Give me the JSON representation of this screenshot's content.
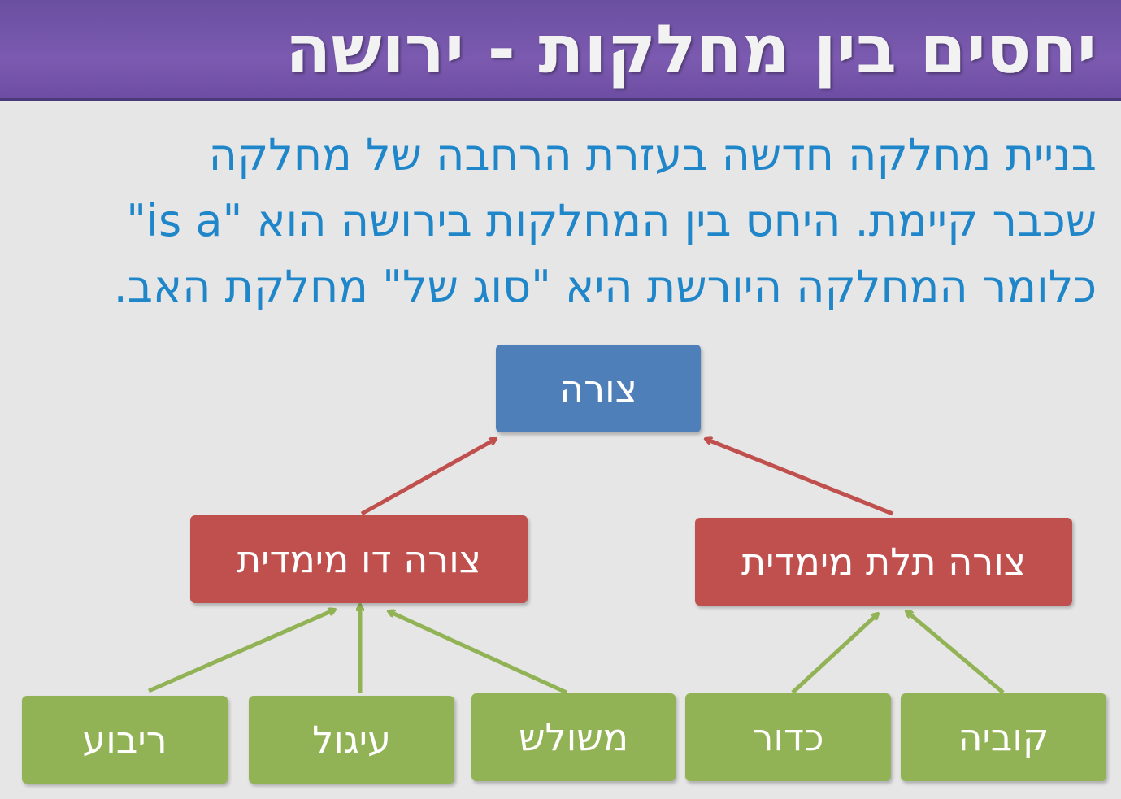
{
  "title": "יחסים בין מחלקות - ירושה",
  "body_lines": [
    "בניית מחלקה חדשה בעזרת הרחבה של מחלקה",
    "שכבר קיימת.  היחס בין המחלקות בירושה הוא \"is a\"",
    "כלומר המחלקה היורשת היא \"סוג של\" מחלקת האב."
  ],
  "diagram": {
    "root": {
      "label": "צורה"
    },
    "level1": [
      {
        "label": "צורה דו מימדית"
      },
      {
        "label": "צורה תלת מימדית"
      }
    ],
    "level2": [
      {
        "label": "ריבוע"
      },
      {
        "label": "עיגול"
      },
      {
        "label": "משולש"
      },
      {
        "label": "כדור"
      },
      {
        "label": "קוביה"
      }
    ],
    "colors": {
      "root": "#4f7fb9",
      "level1": "#c0504d",
      "level2": "#92b355",
      "arrow_level1": "#c0504d",
      "arrow_level2": "#92b355"
    }
  }
}
